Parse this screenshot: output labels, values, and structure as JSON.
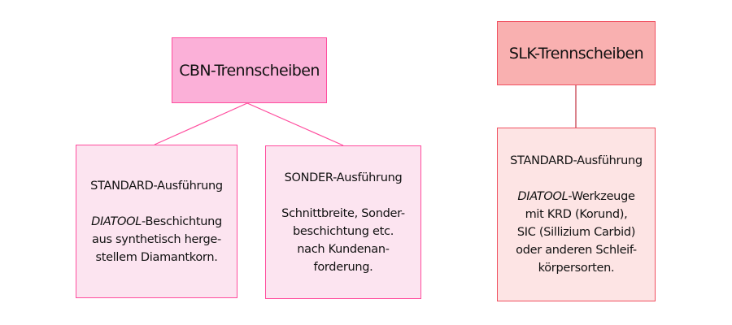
{
  "cbn": {
    "title": "CBN-Trennscheiben",
    "standard": {
      "heading": "STANDARD-Ausführung",
      "brand": "DIATOOL",
      "line1": "-Beschichtung",
      "line2": "aus synthetisch herge-",
      "line3": "stellem Diamantkorn."
    },
    "sonder": {
      "heading": "SONDER-Ausführung",
      "line1": "Schnittbreite, Sonder-",
      "line2": "beschichtung etc.",
      "line3": "nach Kundenan-",
      "line4": "forderung."
    }
  },
  "slk": {
    "title": "SLK-Trennscheiben",
    "standard": {
      "heading": "STANDARD-Ausführung",
      "brand": "DIATOOL",
      "line1": "-Werkzeuge",
      "line2": "mit KRD (Korund),",
      "line3": "SIC (Sillizium Carbid)",
      "line4": "oder anderen Schleif-",
      "line5": "körpersorten."
    }
  },
  "colors": {
    "cbn_head": "#fbb0d8",
    "cbn_child": "#fce4f0",
    "cbn_border": "#ff4d9e",
    "slk_head": "#f9b0b0",
    "slk_child": "#fde4e4",
    "slk_border": "#f05060"
  }
}
